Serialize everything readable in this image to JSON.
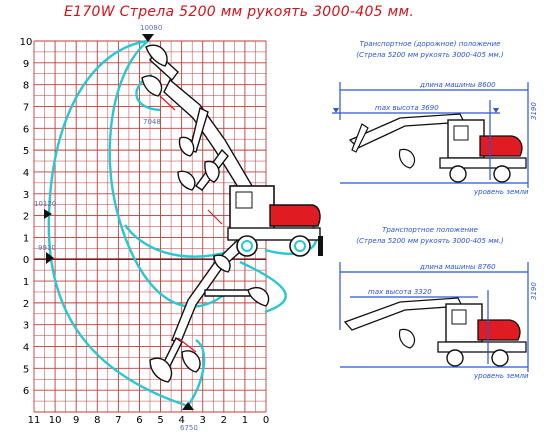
{
  "title": "E170W Стрела 5200 мм рукоять 3000-405 мм.",
  "y_labels_upper": [
    "10",
    "9",
    "8",
    "7",
    "6",
    "5",
    "4",
    "3",
    "2",
    "1",
    "0"
  ],
  "y_labels_lower": [
    "1",
    "2",
    "3",
    "4",
    "5",
    "6"
  ],
  "x_labels": [
    "11",
    "10",
    "9",
    "8",
    "7",
    "6",
    "5",
    "4",
    "3",
    "2",
    "1",
    "0"
  ],
  "dimensions": {
    "top": "10080",
    "d7048": "7048",
    "d10120": "10120",
    "d9910": "9910",
    "bottom": "6750"
  },
  "panel_top": {
    "title_line1": "Транспортное (дорожное) положение",
    "title_line2": "(Стрела 5200 мм рукоять 3000-405 мм.)",
    "length_label": "длина машины 8600",
    "height_label": "max высота 3690",
    "side_height": "3190",
    "ground_label": "уровень земли"
  },
  "panel_bottom": {
    "title_line1": "Транспортное положение",
    "title_line2": "(Стрела 5200 мм рукоять 3000-405 мм.)",
    "length_label": "длина машины 8760",
    "height_label": "max высота 3320",
    "side_height": "3190",
    "ground_label": "уровень земли"
  },
  "colors": {
    "grid": "#c43a3a",
    "cyan": "#27c8cf",
    "blue": "#2b55d6",
    "title": "#d0141c",
    "dim": "#5a6fb0",
    "red": "#e11b22"
  }
}
